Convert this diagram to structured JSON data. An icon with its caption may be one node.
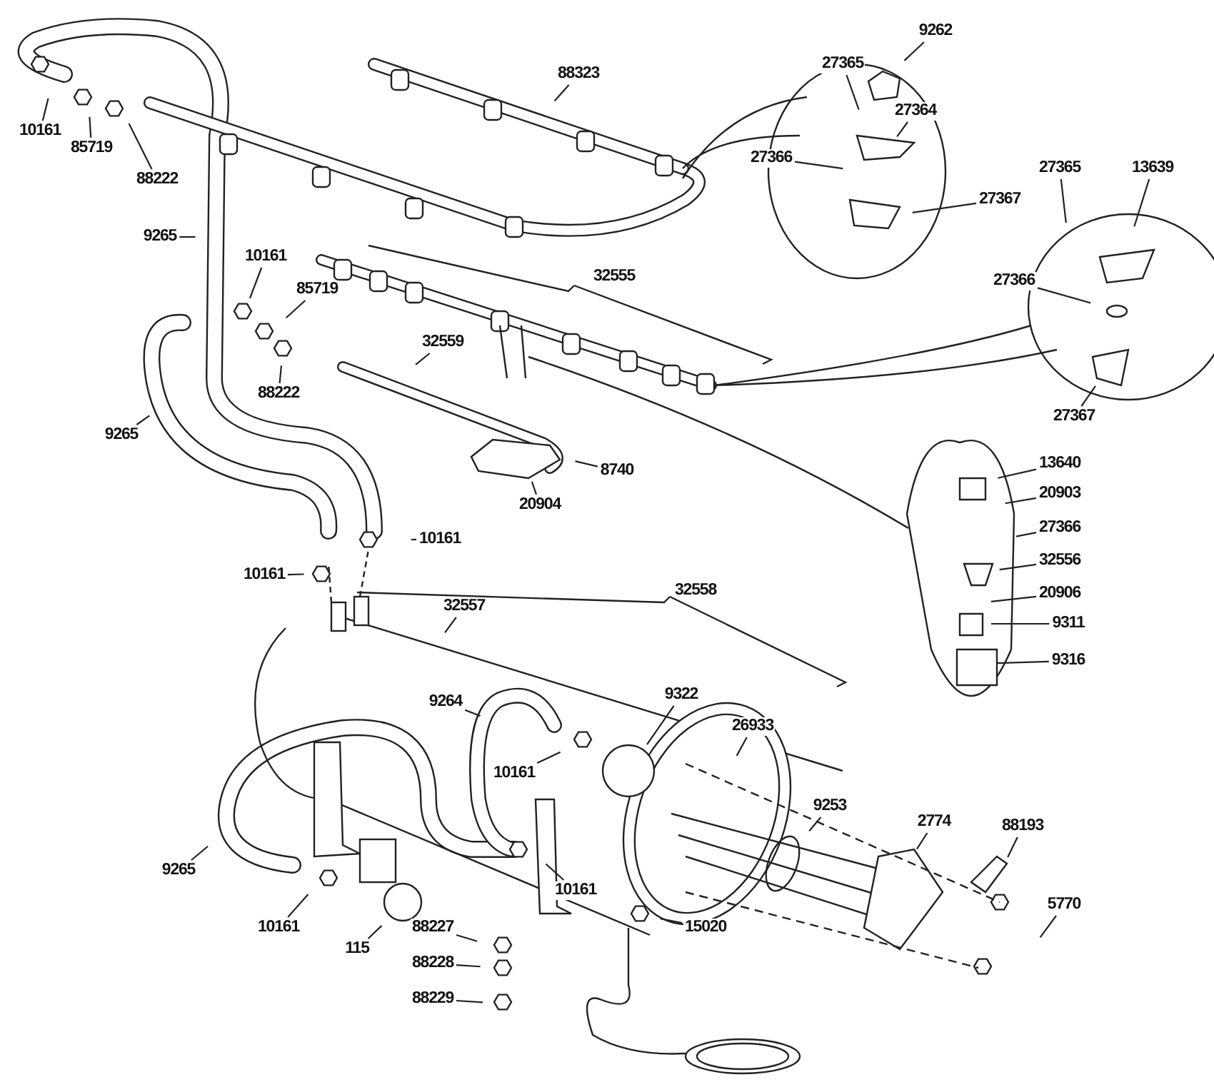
{
  "diagram": {
    "nodes": [
      {
        "text": [
          "10161"
        ]
      },
      {
        "text": [
          "85719"
        ]
      },
      {
        "text": [
          "88222"
        ]
      },
      {
        "text": [
          "88323"
        ]
      },
      {
        "text": [
          "9262"
        ]
      },
      {
        "text": [
          "27365"
        ]
      },
      {
        "text": [
          "27364"
        ]
      },
      {
        "text": [
          "27366"
        ]
      },
      {
        "text": [
          "27367"
        ]
      },
      {
        "text": [
          "9265"
        ]
      },
      {
        "text": [
          "10161"
        ]
      },
      {
        "text": [
          "85719"
        ]
      },
      {
        "text": [
          "88222"
        ]
      },
      {
        "text": [
          "32559"
        ]
      },
      {
        "text": [
          "27365"
        ]
      },
      {
        "text": [
          "13639"
        ]
      },
      {
        "text": [
          "27366"
        ]
      },
      {
        "text": [
          "27367"
        ]
      },
      {
        "text": [
          "9265"
        ]
      },
      {
        "text": [
          "8740"
        ]
      },
      {
        "text": [
          "20904"
        ]
      },
      {
        "text": [
          "13640"
        ]
      },
      {
        "text": [
          "20903"
        ]
      },
      {
        "text": [
          "27366"
        ]
      },
      {
        "text": [
          "10161"
        ]
      },
      {
        "text": [
          "32556"
        ]
      },
      {
        "text": [
          "20906"
        ]
      },
      {
        "text": [
          "10161"
        ]
      },
      {
        "text": [
          "9311"
        ]
      },
      {
        "text": [
          "9316"
        ]
      },
      {
        "text": [
          "32557"
        ]
      },
      {
        "text": [
          "9322"
        ]
      },
      {
        "text": [
          "9264"
        ]
      },
      {
        "text": [
          "26933"
        ]
      },
      {
        "text": [
          "10161"
        ]
      },
      {
        "text": [
          "9253"
        ]
      },
      {
        "text": [
          "2774"
        ]
      },
      {
        "text": [
          "88193"
        ]
      },
      {
        "text": [
          "9265"
        ]
      },
      {
        "text": [
          "10161"
        ]
      },
      {
        "text": [
          "5770"
        ]
      },
      {
        "text": [
          "10161"
        ]
      },
      {
        "text": [
          "115"
        ]
      },
      {
        "text": [
          "88227"
        ]
      },
      {
        "text": [
          "15020"
        ]
      },
      {
        "text": [
          "88228"
        ]
      },
      {
        "text": [
          "88229"
        ]
      }
    ],
    "edges": [
      {
        "from": 0,
        "to": null,
        "arrow": "none"
      },
      {
        "from": 1,
        "to": null,
        "arrow": "none"
      },
      {
        "from": 2,
        "to": null,
        "arrow": "none"
      },
      {
        "from": 3,
        "to": null,
        "arrow": "none"
      },
      {
        "from": 4,
        "to": null,
        "arrow": "none"
      },
      {
        "from": 5,
        "to": null,
        "arrow": "none"
      },
      {
        "from": 6,
        "to": null,
        "arrow": "none"
      },
      {
        "from": 7,
        "to": null,
        "arrow": "none"
      },
      {
        "from": 8,
        "to": null,
        "arrow": "none"
      },
      {
        "from": 9,
        "to": null,
        "arrow": "none"
      },
      {
        "from": 10,
        "to": null,
        "arrow": "none"
      },
      {
        "from": 11,
        "to": null,
        "arrow": "none"
      },
      {
        "from": 12,
        "to": null,
        "arrow": "none"
      },
      {
        "from": 13,
        "to": null,
        "arrow": "none"
      },
      {
        "from": 14,
        "to": null,
        "arrow": "none"
      },
      {
        "from": 15,
        "to": null,
        "arrow": "none"
      },
      {
        "from": 16,
        "to": null,
        "arrow": "none"
      },
      {
        "from": 17,
        "to": null,
        "arrow": "none"
      },
      {
        "from": 18,
        "to": null,
        "arrow": "none"
      },
      {
        "from": 19,
        "to": null,
        "arrow": "none"
      },
      {
        "from": 20,
        "to": null,
        "arrow": "none"
      },
      {
        "from": 21,
        "to": null,
        "arrow": "none"
      },
      {
        "from": 22,
        "to": null,
        "arrow": "none"
      },
      {
        "from": 23,
        "to": null,
        "arrow": "none"
      },
      {
        "from": 24,
        "to": null,
        "arrow": "none"
      },
      {
        "from": 25,
        "to": null,
        "arrow": "none"
      },
      {
        "from": 26,
        "to": null,
        "arrow": "none"
      },
      {
        "from": 27,
        "to": null,
        "arrow": "none"
      },
      {
        "from": 28,
        "to": null,
        "arrow": "none"
      },
      {
        "from": 29,
        "to": null,
        "arrow": "none"
      },
      {
        "from": 30,
        "to": null,
        "arrow": "none"
      },
      {
        "from": 31,
        "to": null,
        "arrow": "none"
      },
      {
        "from": 32,
        "to": null,
        "arrow": "none"
      },
      {
        "from": 33,
        "to": null,
        "arrow": "none"
      },
      {
        "from": 34,
        "to": null,
        "arrow": "none"
      },
      {
        "from": 35,
        "to": null,
        "arrow": "none"
      },
      {
        "from": 36,
        "to": null,
        "arrow": "none"
      },
      {
        "from": 37,
        "to": null,
        "arrow": "none"
      },
      {
        "from": 38,
        "to": null,
        "arrow": "none"
      },
      {
        "from": 39,
        "to": null,
        "arrow": "none"
      },
      {
        "from": 40,
        "to": null,
        "arrow": "none"
      },
      {
        "from": 41,
        "to": null,
        "arrow": "none"
      },
      {
        "from": 42,
        "to": null,
        "arrow": "none"
      },
      {
        "from": 43,
        "to": null,
        "arrow": "none"
      },
      {
        "from": 44,
        "to": null,
        "arrow": "none"
      },
      {
        "from": 45,
        "to": null,
        "arrow": "none"
      },
      {
        "from": 46,
        "to": null,
        "arrow": "none"
      }
    ],
    "labels": [
      "32555",
      "32558"
    ]
  }
}
